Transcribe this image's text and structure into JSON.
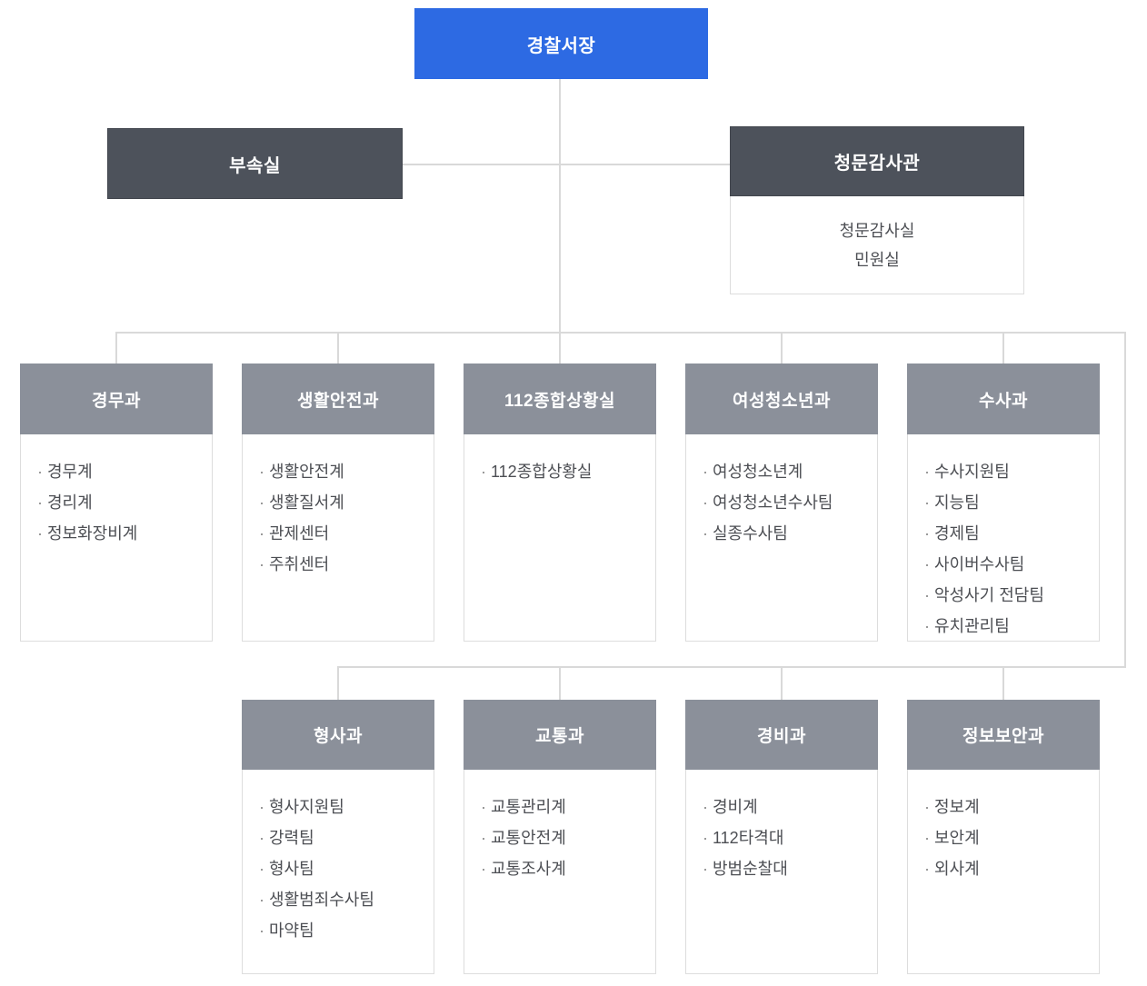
{
  "org_chart": {
    "chief": {
      "label": "경찰서장"
    },
    "annex": {
      "label": "부속실"
    },
    "audit": {
      "label": "청문감사관",
      "sub_units": [
        "청문감사실",
        "민원실"
      ]
    },
    "departments_row1": [
      {
        "name": "경무과",
        "units": [
          "경무계",
          "경리계",
          "정보화장비계"
        ]
      },
      {
        "name": "생활안전과",
        "units": [
          "생활안전계",
          "생활질서계",
          "관제센터",
          "주취센터"
        ]
      },
      {
        "name": "112종합상황실",
        "units": [
          "112종합상황실"
        ]
      },
      {
        "name": "여성청소년과",
        "units": [
          "여성청소년계",
          "여성청소년수사팀",
          "실종수사팀"
        ]
      },
      {
        "name": "수사과",
        "units": [
          "수사지원팀",
          "지능팀",
          "경제팀",
          "사이버수사팀",
          "악성사기 전담팀",
          "유치관리팀"
        ]
      }
    ],
    "departments_row2": [
      {
        "name": "형사과",
        "units": [
          "형사지원팀",
          "강력팀",
          "형사팀",
          "생활범죄수사팀",
          "마약팀"
        ]
      },
      {
        "name": "교통과",
        "units": [
          "교통관리계",
          "교통안전계",
          "교통조사계"
        ]
      },
      {
        "name": "경비과",
        "units": [
          "경비계",
          "112타격대",
          "방범순찰대"
        ]
      },
      {
        "name": "정보보안과",
        "units": [
          "정보계",
          "보안계",
          "외사계"
        ]
      }
    ],
    "colors": {
      "chief_bg": "#2d6ae3",
      "staff_bg": "#4d525b",
      "dept_bg": "#8b909a",
      "connector": "#d9d9d9",
      "body_text": "#4d4f54"
    }
  }
}
